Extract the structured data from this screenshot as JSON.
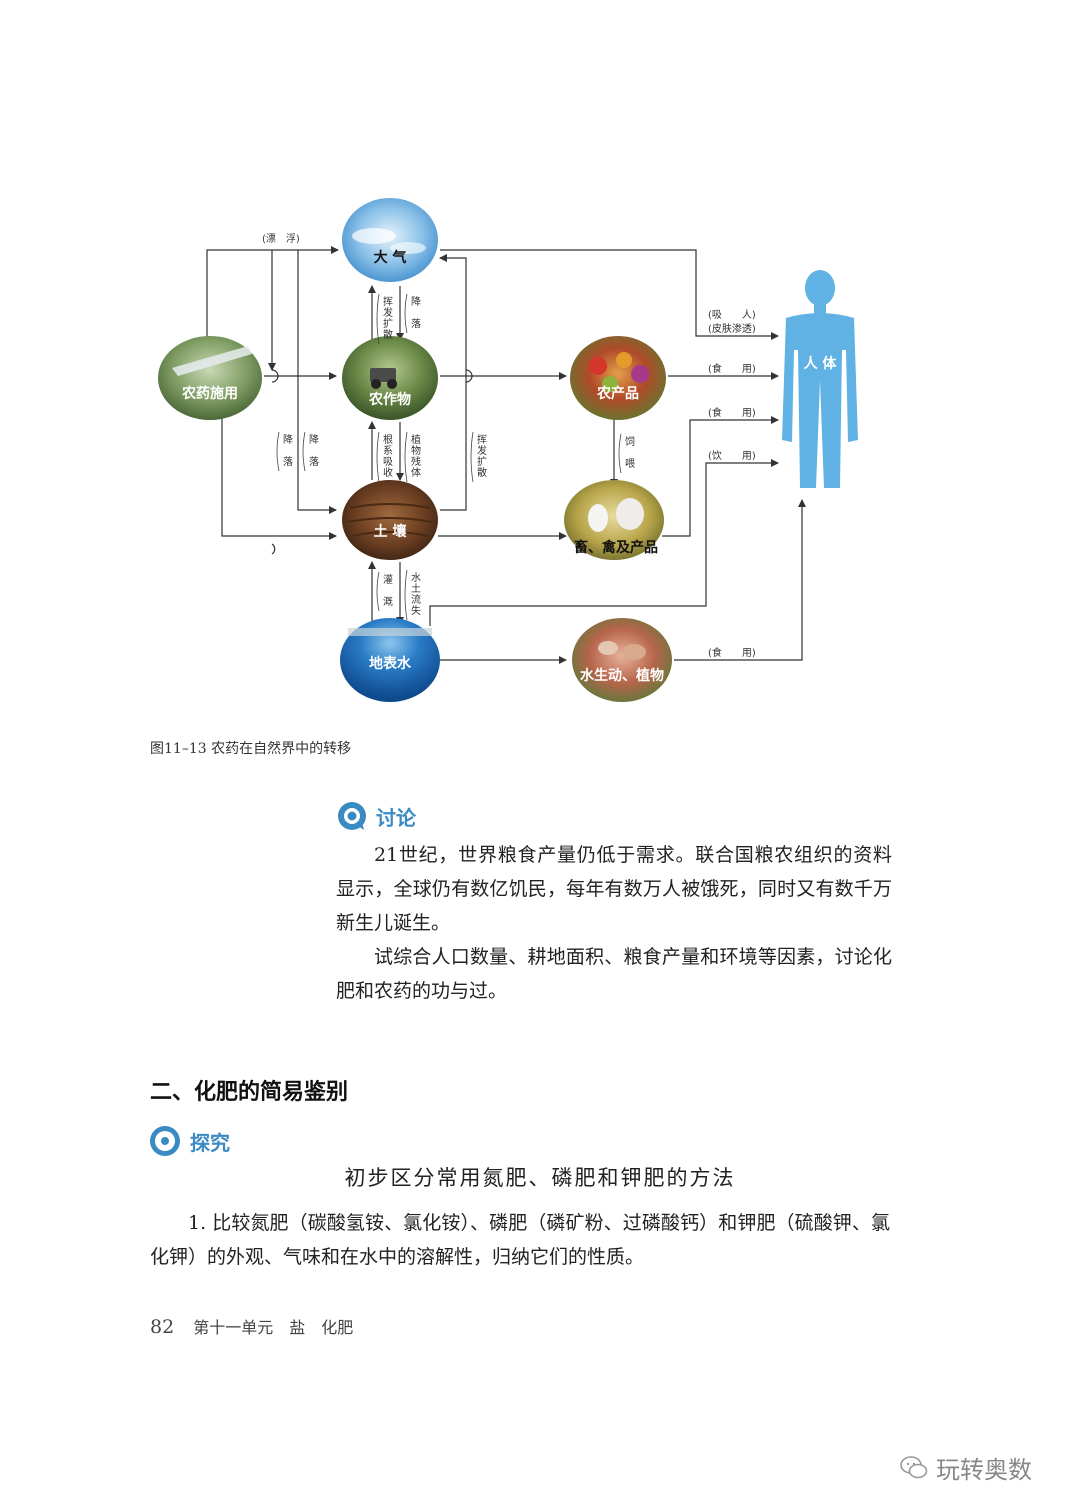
{
  "diagram": {
    "nodes": {
      "atmosphere": "大 气",
      "pesticide": "农药施用",
      "crops": "农作物",
      "produce": "农产品",
      "soil": "土 壤",
      "livestock": "畜、禽及产品",
      "surface_water": "地表水",
      "aquatic": "水生动、植物",
      "human": "人 体"
    },
    "edges": {
      "drift": "(漂　浮)",
      "volatilize1": [
        "挥",
        "发",
        "扩",
        "散"
      ],
      "settle1": [
        "降",
        "",
        "落"
      ],
      "settle2": [
        "降",
        "",
        "落"
      ],
      "settle3": [
        "降",
        "",
        "落"
      ],
      "root": [
        "根",
        "系",
        "吸",
        "收"
      ],
      "residue": [
        "植",
        "物",
        "残",
        "体"
      ],
      "volatilize2": [
        "挥",
        "发",
        "扩",
        "散"
      ],
      "feed": [
        "饲",
        "",
        "喂"
      ],
      "irrigate": [
        "灌",
        "",
        "溉"
      ],
      "erosion": [
        "水",
        "土",
        "流",
        "失"
      ],
      "inhale": "(吸　　人)",
      "skin": "(皮肤渗透)",
      "eat1": "(食　　用)",
      "eat2": "(食　　用)",
      "drink": "(饮　　用)",
      "eat3": "(食　　用)"
    },
    "colors": {
      "human": "#5fb2e3",
      "water": "#1d6fb8",
      "sky": "#7fb8e0",
      "soil": "#6b3e22",
      "green": "#6f8f4a"
    }
  },
  "figure_caption": "图11–13  农药在自然界中的转移",
  "discussion": {
    "title": "讨论",
    "icon": "discussion-icon",
    "paragraphs": [
      "21世纪，世界粮食产量仍低于需求。联合国粮农组织的资料显示，全球仍有数亿饥民，每年有数万人被饿死，同时又有数千万新生儿诞生。",
      "试综合人口数量、耕地面积、粮食产量和环境等因素，讨论化肥和农药的功与过。"
    ]
  },
  "section": {
    "title": "二、化肥的简易鉴别"
  },
  "explore": {
    "title": "探究",
    "icon": "explore-icon",
    "subtitle": "初步区分常用氮肥、磷肥和钾肥的方法",
    "paragraphs": [
      "1. 比较氮肥（碳酸氢铵、氯化铵）、磷肥（磷矿粉、过磷酸钙）和钾肥（硫酸钾、氯化钾）的外观、气味和在水中的溶解性，归纳它们的性质。"
    ]
  },
  "footer": {
    "page_number": "82",
    "unit": "第十一单元　盐　化肥"
  },
  "watermark": {
    "text": "玩转奥数",
    "icon": "wechat-icon"
  }
}
